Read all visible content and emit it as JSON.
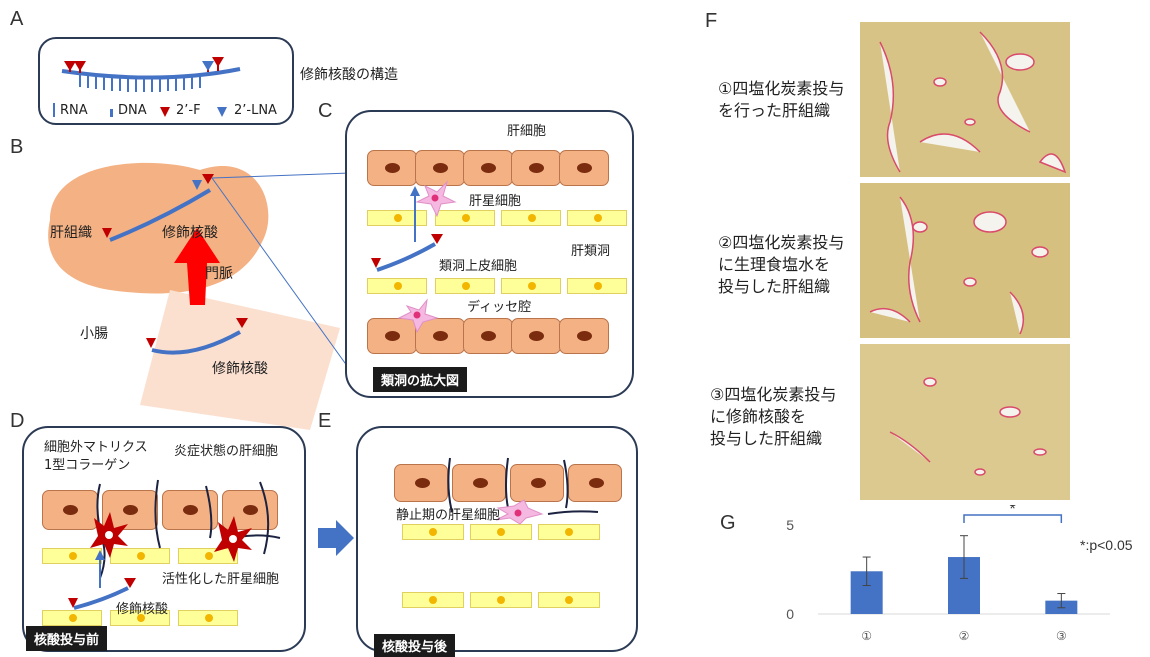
{
  "panels": {
    "A": "A",
    "B": "B",
    "C": "C",
    "D": "D",
    "E": "E",
    "F": "F",
    "G": "G"
  },
  "panelA": {
    "title": "修飾核酸の構造",
    "legend": {
      "rna": "RNA",
      "dna": "DNA",
      "f2": "2’-F",
      "lna": "2’-LNA"
    }
  },
  "panelB": {
    "liver": "肝組織",
    "oligo_liver": "修飾核酸",
    "portal_vein": "門脈",
    "intestine": "小腸",
    "oligo_intestine": "修飾核酸"
  },
  "panelC": {
    "hepatocyte": "肝細胞",
    "stellate": "肝星細胞",
    "sinusoid": "肝類洞",
    "endothelial": "類洞上皮細胞",
    "disse": "ディッセ腔",
    "caption": "類洞の拡大図"
  },
  "panelD": {
    "ecm_line1": "細胞外マトリクス",
    "ecm_line2": "1型コラーゲン",
    "inflamed": "炎症状態の肝細胞",
    "activated": "活性化した肝星細胞",
    "oligo": "修飾核酸",
    "caption": "核酸投与前"
  },
  "panelE": {
    "quiescent": "静止期の肝星細胞",
    "caption": "核酸投与後"
  },
  "panelF": {
    "items": [
      {
        "line1": "①四塩化炭素投与",
        "line2": "を行った肝組織",
        "line3": ""
      },
      {
        "line1": "②四塩化炭素投与",
        "line2": "に生理食塩水を",
        "line3": "投与した肝組織"
      },
      {
        "line1": "③四塩化炭素投与",
        "line2": "に修飾核酸を",
        "line3": "投与した肝組織"
      }
    ]
  },
  "chart_data": {
    "type": "bar",
    "categories": [
      "①",
      "②",
      "③"
    ],
    "values": [
      2.4,
      3.2,
      0.75
    ],
    "errors": [
      0.8,
      1.2,
      0.4
    ],
    "ylim": [
      0,
      5
    ],
    "yticks": [
      "0",
      "5"
    ],
    "significance": {
      "between": [
        "②",
        "③"
      ],
      "marker": "*",
      "note": "*:p<0.05"
    },
    "bar_color": "#4472c4"
  },
  "colors": {
    "hepatocyte": "#f4b183",
    "nucleus": "#7b2c0f",
    "endothelium": "#ffff99",
    "liver_tissue": "#f4b183",
    "intestine": "#fbe0d0",
    "arrow": "#ff0000",
    "panel_border": "#2b3a55",
    "dna": "#c00000",
    "lna": "#4472c4",
    "tissue_bg": "#d8c387",
    "collagen": "#d94a6b"
  }
}
